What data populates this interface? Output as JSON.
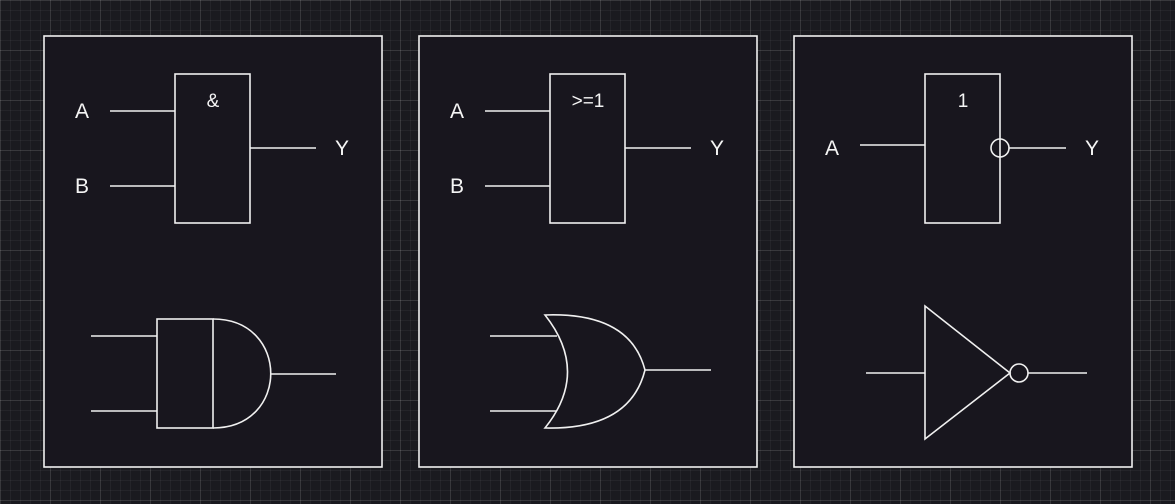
{
  "colors": {
    "background": "#1a1a1f",
    "panel_fill": "#18161e",
    "stroke": "#f0f0f0",
    "text": "#f5f5f5"
  },
  "and_gate": {
    "symbol": "&",
    "input_a": "A",
    "input_b": "B",
    "output": "Y"
  },
  "or_gate": {
    "symbol": ">=1",
    "input_a": "A",
    "input_b": "B",
    "output": "Y"
  },
  "not_gate": {
    "symbol": "1",
    "input_a": "A",
    "output": "Y"
  }
}
